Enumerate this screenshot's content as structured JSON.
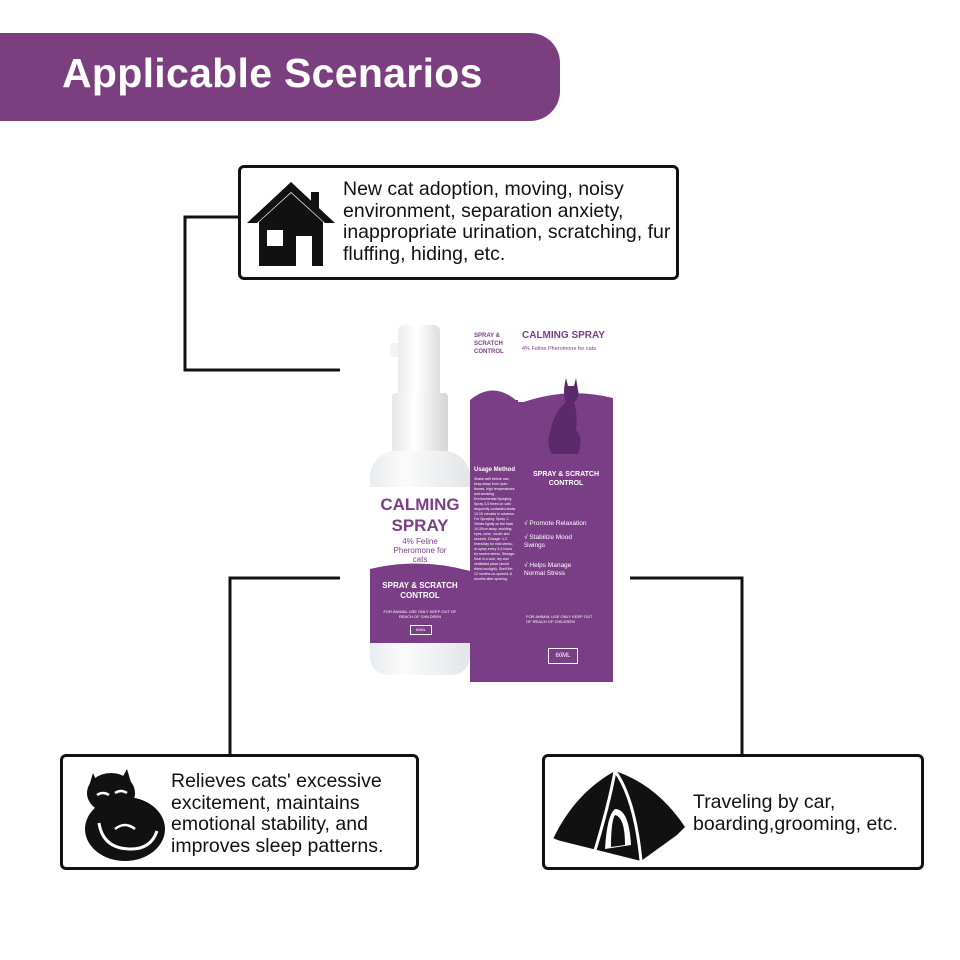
{
  "header": {
    "title": "Applicable Scenarios"
  },
  "colors": {
    "brand_purple": "#7b3f80",
    "card_border": "#111111"
  },
  "scenarios": [
    {
      "icon": "house-icon",
      "text": "New cat adoption, moving, noisy environment, separation anxiety, inappropriate urination, scratching, fur fluffing, hiding, etc."
    },
    {
      "icon": "curled-cat-icon",
      "text": "Relieves cats' excessive excitement, maintains emotional stability, and improves sleep patterns."
    },
    {
      "icon": "tent-icon",
      "text": "Traveling by car, boarding,grooming, etc."
    }
  ],
  "product": {
    "bottle": {
      "line1": "CALMING",
      "line2": "SPRAY",
      "subtitle": "4% Feline Pheromone for cats",
      "band": "SPRAY & SCRATCH CONTROL",
      "warning": "FOR ANIMAL USE ONLY KEEP OUT OF REACH OF CHILDREN",
      "volume": "60ML"
    },
    "box": {
      "side_title": "SPRAY & SCRATCH CONTROL",
      "usage_heading": "Usage Method",
      "usage_text": "Shake well before use; keep away from open flames, high temperatures and smoking. Environmental Spraying: Spray 3-5 times on cats' frequently contacted areas 10-15 minutes in advance. For Spraying: Spray 1-2times lightly on the back 10-30cm away, avoiding eyes, nose, mouth and wounds. Dosage: 1-2 times/day for mild stress; re-spray every 3-4 hours for severe stress. Storage: Seal in a cool, dry and ventilated place (avoid direct sunlight). Shelf life: 12 months un-opened; 6 months after opening.",
      "front_title": "CALMING SPRAY",
      "front_subtitle": "4% Feline Pheromone for cats",
      "band": "SPRAY & SCRATCH CONTROL",
      "benefits": [
        "√ Promote Relaxation",
        "√ Stabilize Mood Swings",
        "√ Helps Manage Normal Stress"
      ],
      "warning": "FOR ANIMAL USE ONLY KEEP OUT OF REACH OF CHILDREN",
      "volume": "60ML"
    }
  }
}
